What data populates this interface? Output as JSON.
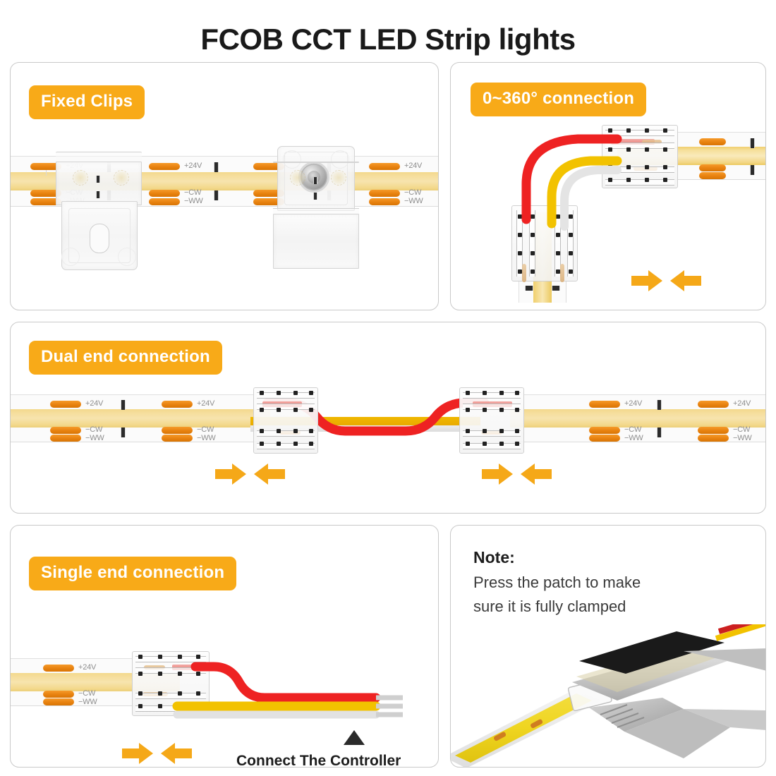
{
  "header": {
    "title": "FCOB CCT LED Strip lights"
  },
  "panels": {
    "fixed_clips": {
      "badge": "Fixed Clips"
    },
    "rotation": {
      "badge": "0~360° connection"
    },
    "dual_end": {
      "badge": "Dual end connection"
    },
    "single_end": {
      "badge": "Single end connection",
      "caption": "Connect The Controller"
    },
    "note": {
      "title": "Note:",
      "line1": "Press the patch to make",
      "line2": "sure it is fully clamped"
    }
  },
  "strip_labels": {
    "positive": "+24V",
    "cold_white": "−CW",
    "warm_white": "−WW"
  },
  "colors": {
    "badge_bg": "#f8aa18",
    "badge_text": "#ffffff",
    "arrow": "#f5a818",
    "pad": "#e8820f",
    "wire_red": "#ee2222",
    "wire_yellow": "#f2c200",
    "wire_white": "#e8e8e8",
    "panel_border": "#c9c9c9",
    "title_text": "#1a1a1a",
    "strip_led": "#f5dd9b"
  },
  "icons": {
    "arrow_right": "arrow-right-icon",
    "arrow_left": "arrow-left-icon",
    "triangle_pointer": "triangle-pointer-icon",
    "screw": "screw-icon"
  }
}
